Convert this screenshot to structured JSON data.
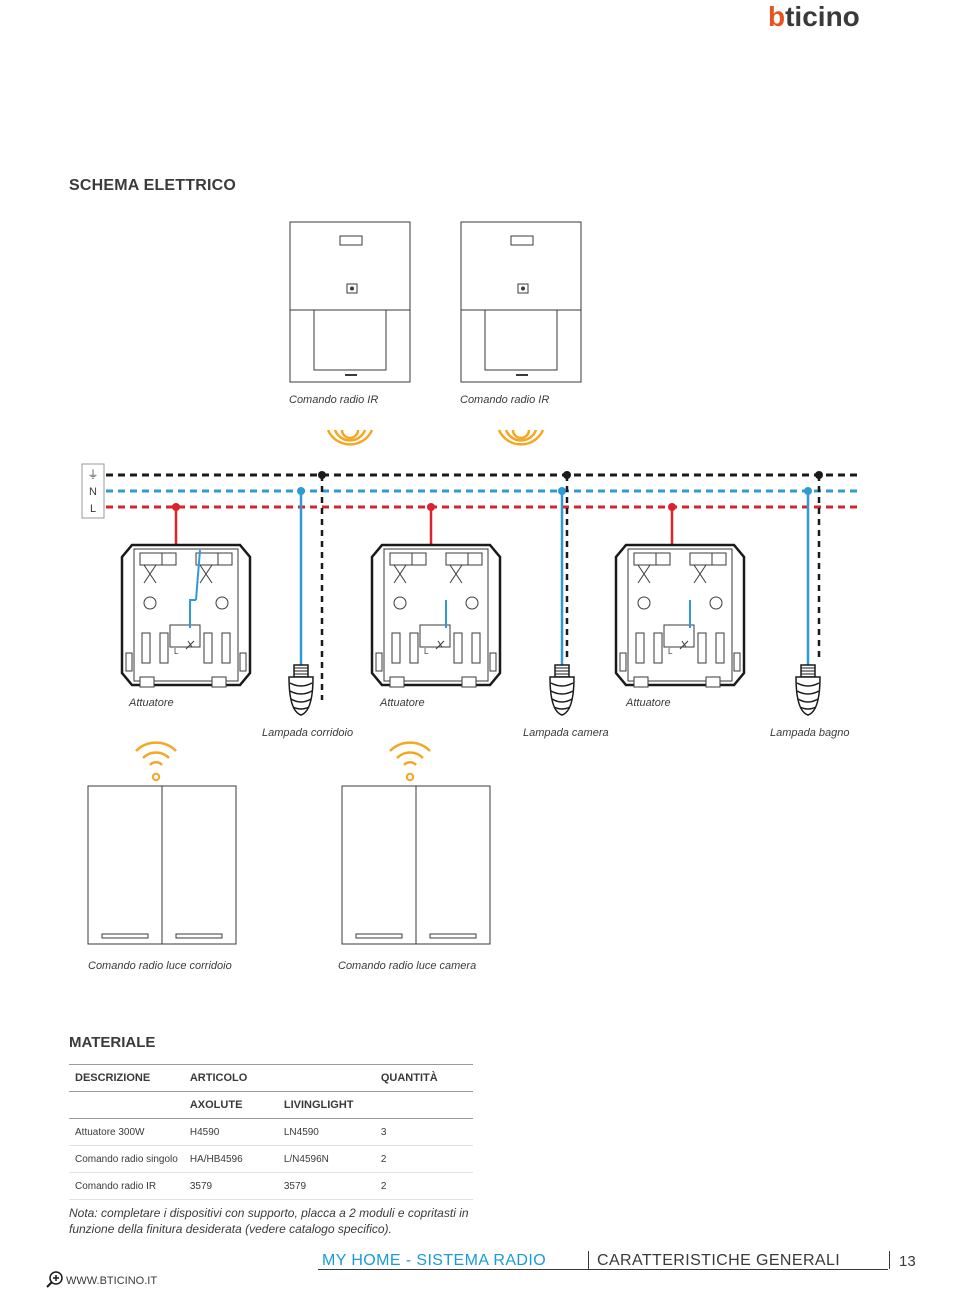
{
  "brand": {
    "logo_text": "bticino"
  },
  "page": {
    "section_title": "SCHEMA ELETTRICO",
    "materiale_title": "MATERIALE"
  },
  "diagram": {
    "ir_labels": [
      "Comando radio IR",
      "Comando radio IR"
    ],
    "line_labels": {
      "earth": "⏚",
      "n": "N",
      "l": "L"
    },
    "actuator_labels": [
      "Attuatore",
      "Attuatore",
      "Attuatore"
    ],
    "lamp_labels": [
      "Lampada corridoio",
      "Lampada camera",
      "Lampada bagno"
    ],
    "terminal_label": "L",
    "command_labels": [
      "Comando radio luce corridoio",
      "Comando radio luce camera"
    ],
    "colors": {
      "neutral": "#2f9bd6",
      "live": "#d9232d",
      "earth": "#1a1a1a",
      "outline": "#3a3a3a",
      "wave": "#f5a623"
    }
  },
  "table": {
    "headers": {
      "descrizione": "DESCRIZIONE",
      "articolo": "ARTICOLO",
      "quantita": "QUANTITÀ",
      "axolute": "AXOLUTE",
      "livinglight": "LIVINGLIGHT"
    },
    "rows": [
      {
        "descrizione": "Attuatore 300W",
        "axolute": "H4590",
        "livinglight": "LN4590",
        "quantita": "3"
      },
      {
        "descrizione": "Comando radio singolo",
        "axolute": "HA/HB4596",
        "livinglight": "L/N4596N",
        "quantita": "2"
      },
      {
        "descrizione": "Comando radio IR",
        "axolute": "3579",
        "livinglight": "3579",
        "quantita": "2"
      }
    ]
  },
  "note": "Nota: completare i dispositivi con supporto, placca a 2 moduli e copritasti in funzione della finitura desiderata (vedere catalogo specifico).",
  "footer": {
    "system": "MY HOME - SISTEMA RADIO",
    "section": "CARATTERISTICHE GENERALI",
    "page_number": "13",
    "website": "WWW.BTICINO.IT"
  }
}
